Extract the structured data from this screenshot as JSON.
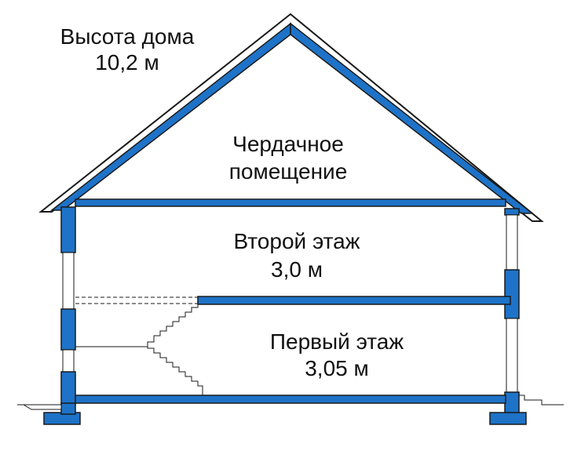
{
  "labels": {
    "height_title": "Высота дома",
    "height_value": "10,2 м",
    "attic_line1": "Чердачное",
    "attic_line2": "помещение",
    "second_floor_name": "Второй этаж",
    "second_floor_height": "3,0 м",
    "first_floor_name": "Первый этаж",
    "first_floor_height": "3,05 м"
  },
  "colors": {
    "structure_fill": "#1e73c8",
    "outline": "#1a1a1a",
    "background": "#ffffff"
  }
}
